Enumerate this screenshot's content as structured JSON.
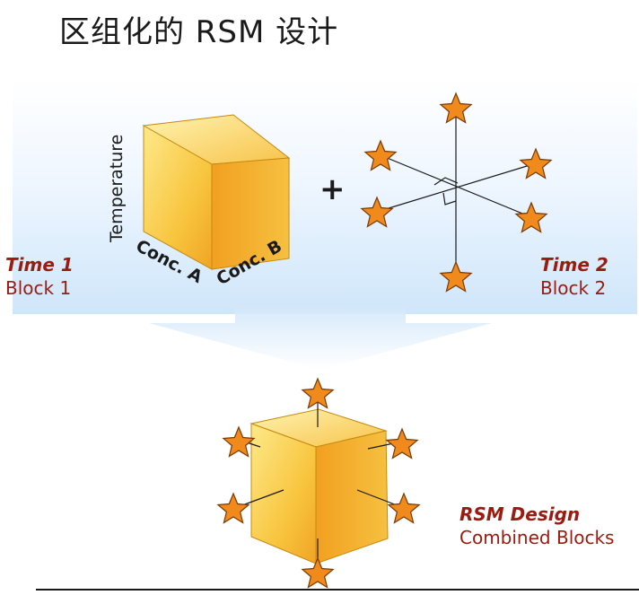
{
  "title": "区组化的 RSM 设计",
  "block1": {
    "time": "Time 1",
    "block": "Block 1"
  },
  "block2": {
    "time": "Time 2",
    "block": "Block 2"
  },
  "combined": {
    "name": "RSM Design",
    "desc": "Combined Blocks"
  },
  "cube_labels": {
    "vertical": "Temperature",
    "left": "Conc. A",
    "right": "Conc. B"
  },
  "plus": "+",
  "colors": {
    "star_fill": "#f08a1c",
    "star_stroke": "#7a3a00",
    "label_red": "#9a1b10",
    "cube_light": "#fff0a0",
    "cube_dark": "#f0a020"
  }
}
